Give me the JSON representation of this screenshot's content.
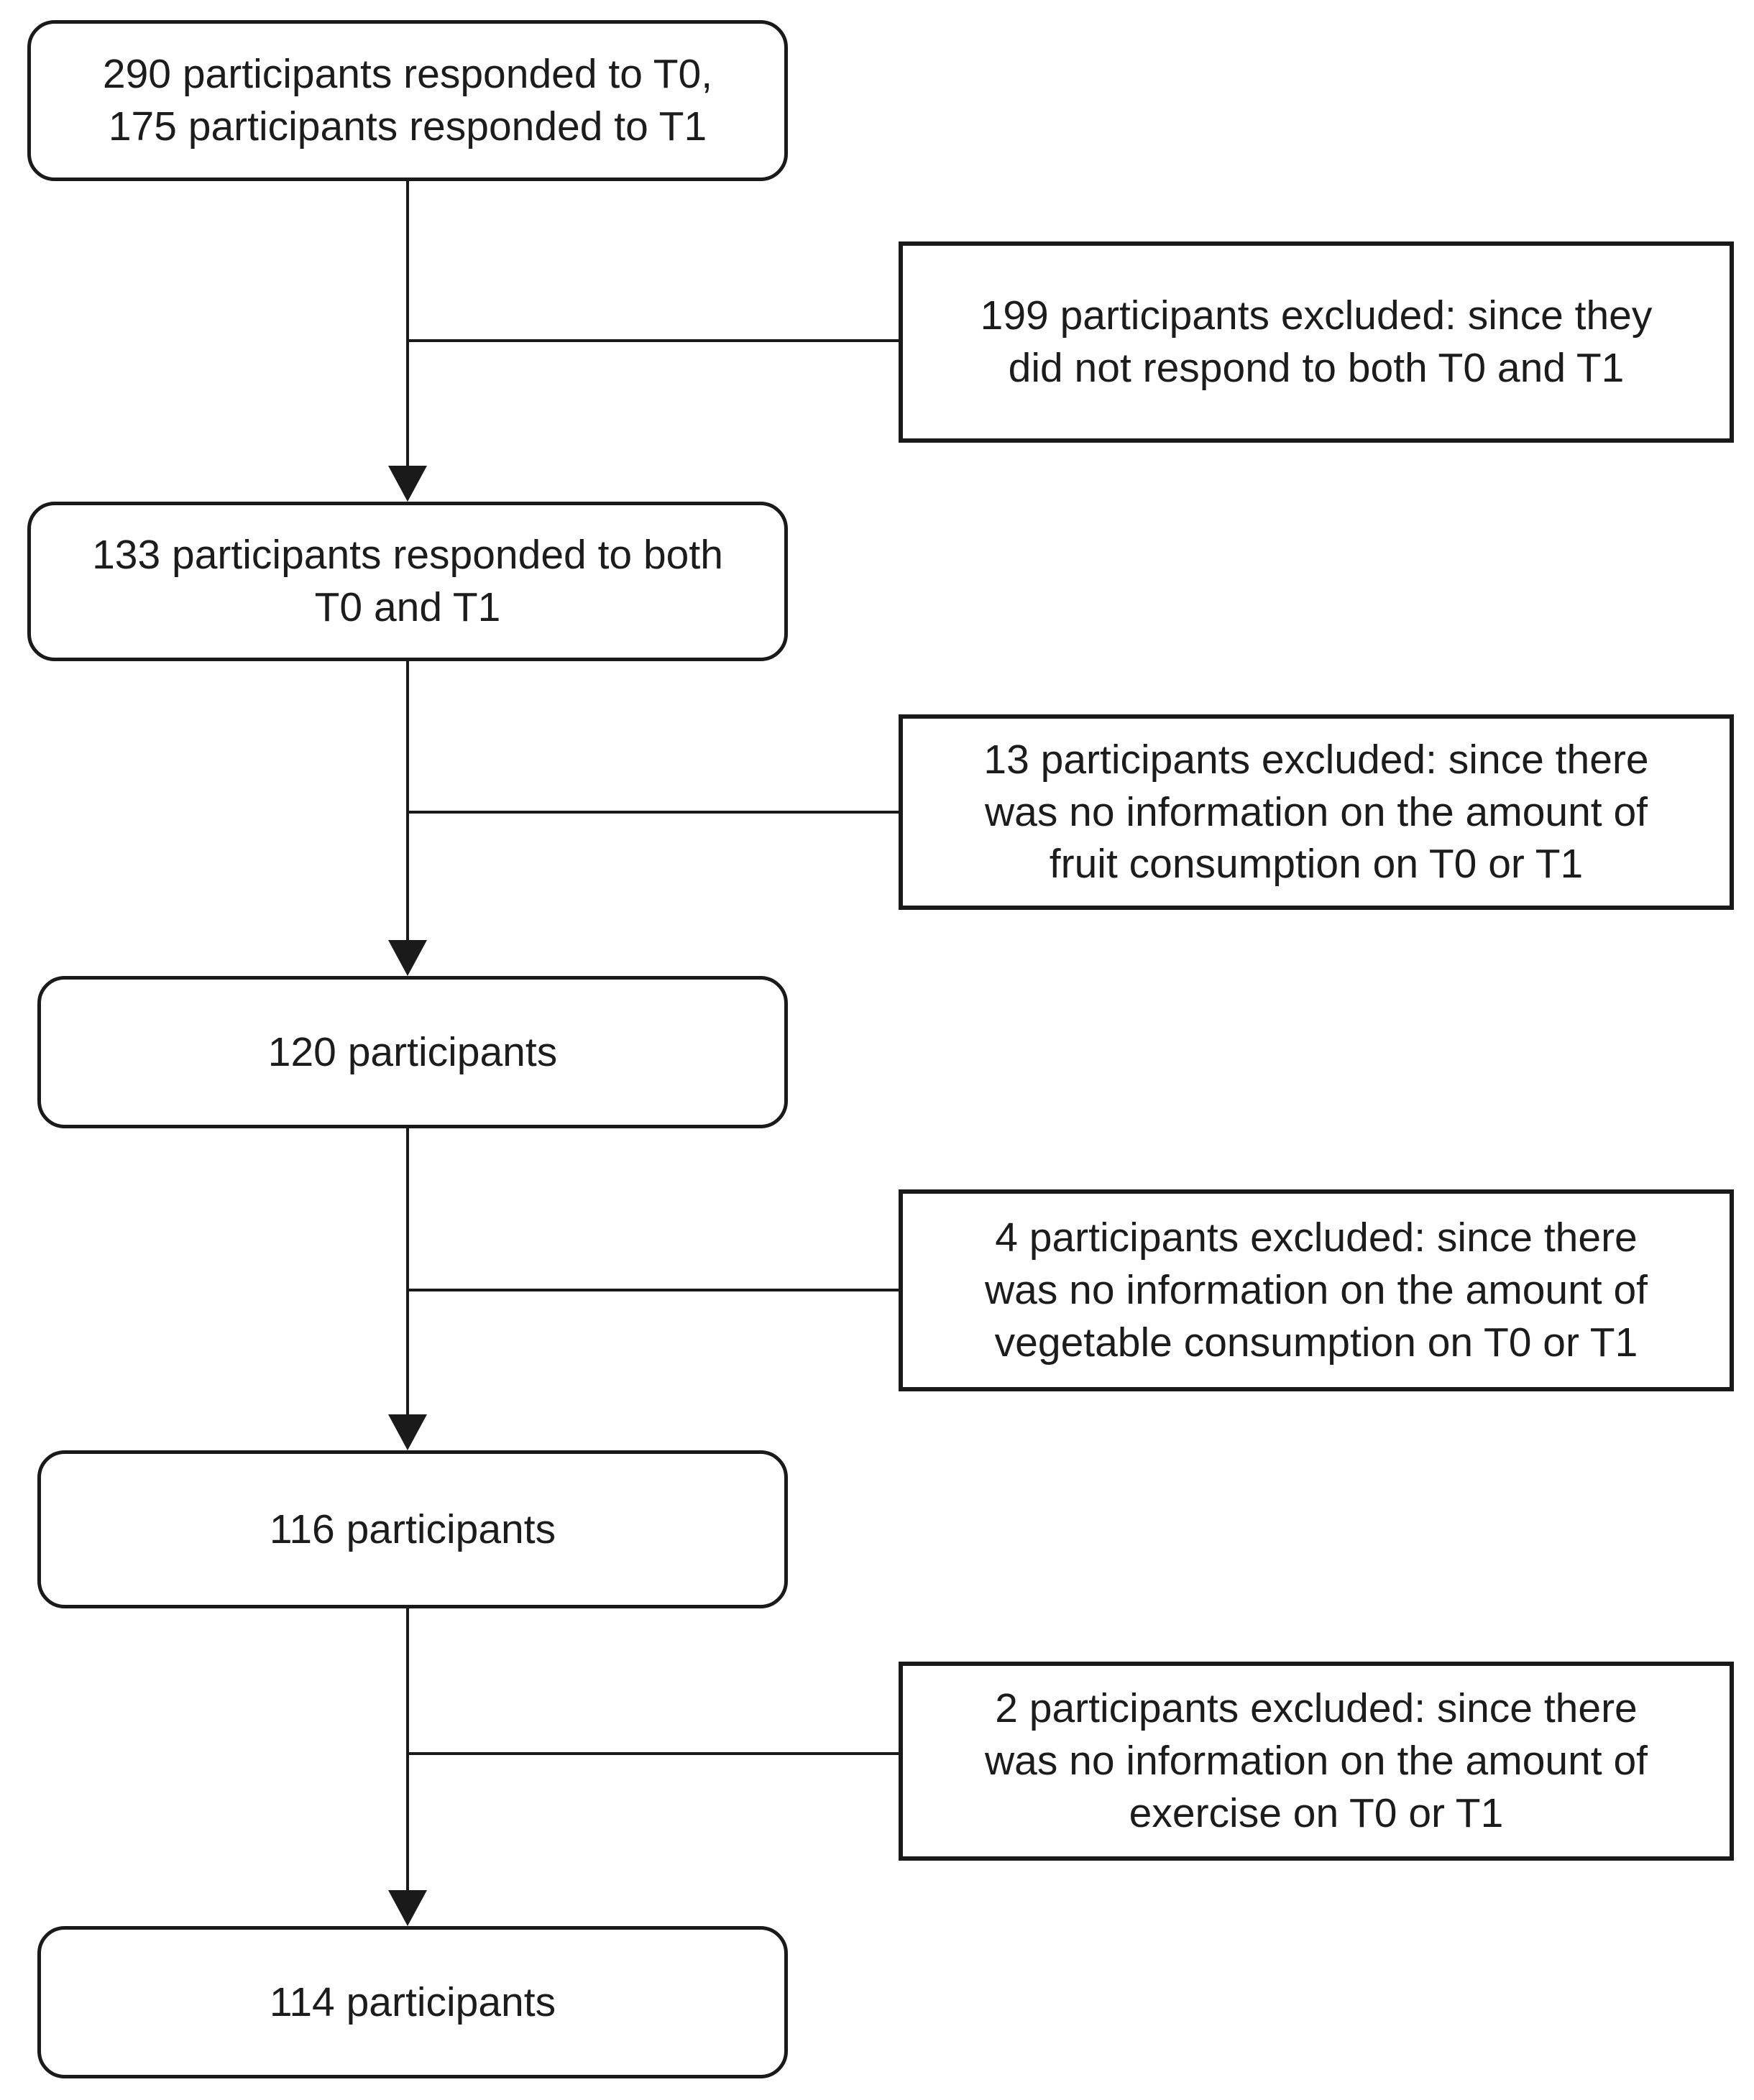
{
  "flowchart": {
    "colors": {
      "border": "#1a1a1a",
      "text": "#1c1c1c",
      "background": "#ffffff"
    },
    "main_boxes": [
      {
        "id": "responded-t0-t1",
        "lines": [
          "290 participants responded to T0,",
          "175 participants responded to T1"
        ]
      },
      {
        "id": "responded-both",
        "lines": [
          "133 participants responded to both",
          "T0 and T1"
        ]
      },
      {
        "id": "participants-120",
        "lines": [
          "120 participants"
        ]
      },
      {
        "id": "participants-116",
        "lines": [
          "116 participants"
        ]
      },
      {
        "id": "participants-114",
        "lines": [
          "114 participants"
        ]
      }
    ],
    "exclusion_boxes": [
      {
        "id": "excluded-199",
        "lines": [
          "199 participants excluded: since they",
          "did not respond to both T0 and T1"
        ]
      },
      {
        "id": "excluded-13",
        "lines": [
          "13 participants excluded: since there",
          "was no information on the amount of",
          "fruit consumption on T0 or T1"
        ]
      },
      {
        "id": "excluded-4",
        "lines": [
          "4 participants excluded: since there",
          "was no information on the amount of",
          "vegetable consumption on T0 or T1"
        ]
      },
      {
        "id": "excluded-2",
        "lines": [
          "2 participants excluded: since there",
          "was no information on the amount of",
          "exercise on T0 or T1"
        ]
      }
    ]
  }
}
